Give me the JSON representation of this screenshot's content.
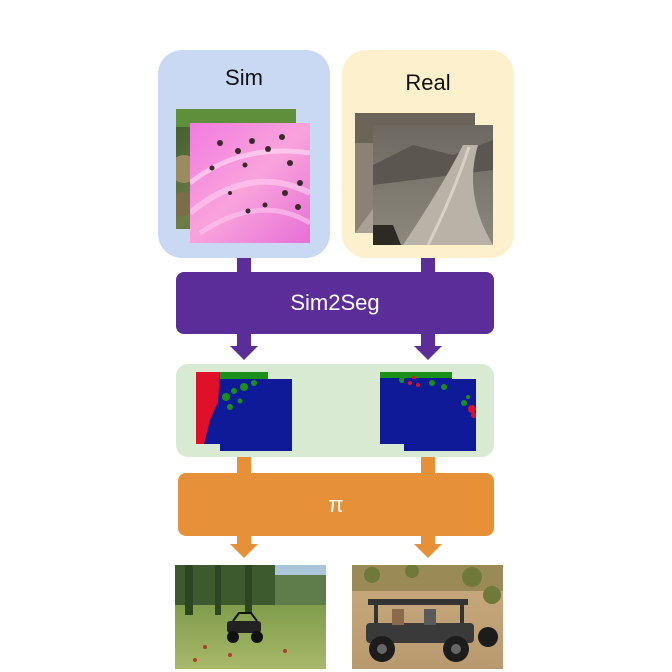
{
  "sim_panel": {
    "label": "Sim"
  },
  "real_panel": {
    "label": "Real"
  },
  "segmentation_block": {
    "label": "Sim2Seg"
  },
  "policy_block": {
    "label": "π"
  },
  "colors": {
    "sim_panel_bg": "#c9d9f4",
    "real_panel_bg": "#fdf0cc",
    "segmentation_bar": "#5b2d98",
    "seg_panel_bg": "#d9ead3",
    "policy_bar": "#e69138",
    "seg_blue": "#0f1a99",
    "seg_red": "#e0102a",
    "seg_green": "#1a8f1a"
  },
  "icons": {
    "down_arrow": "down-arrow-icon"
  }
}
